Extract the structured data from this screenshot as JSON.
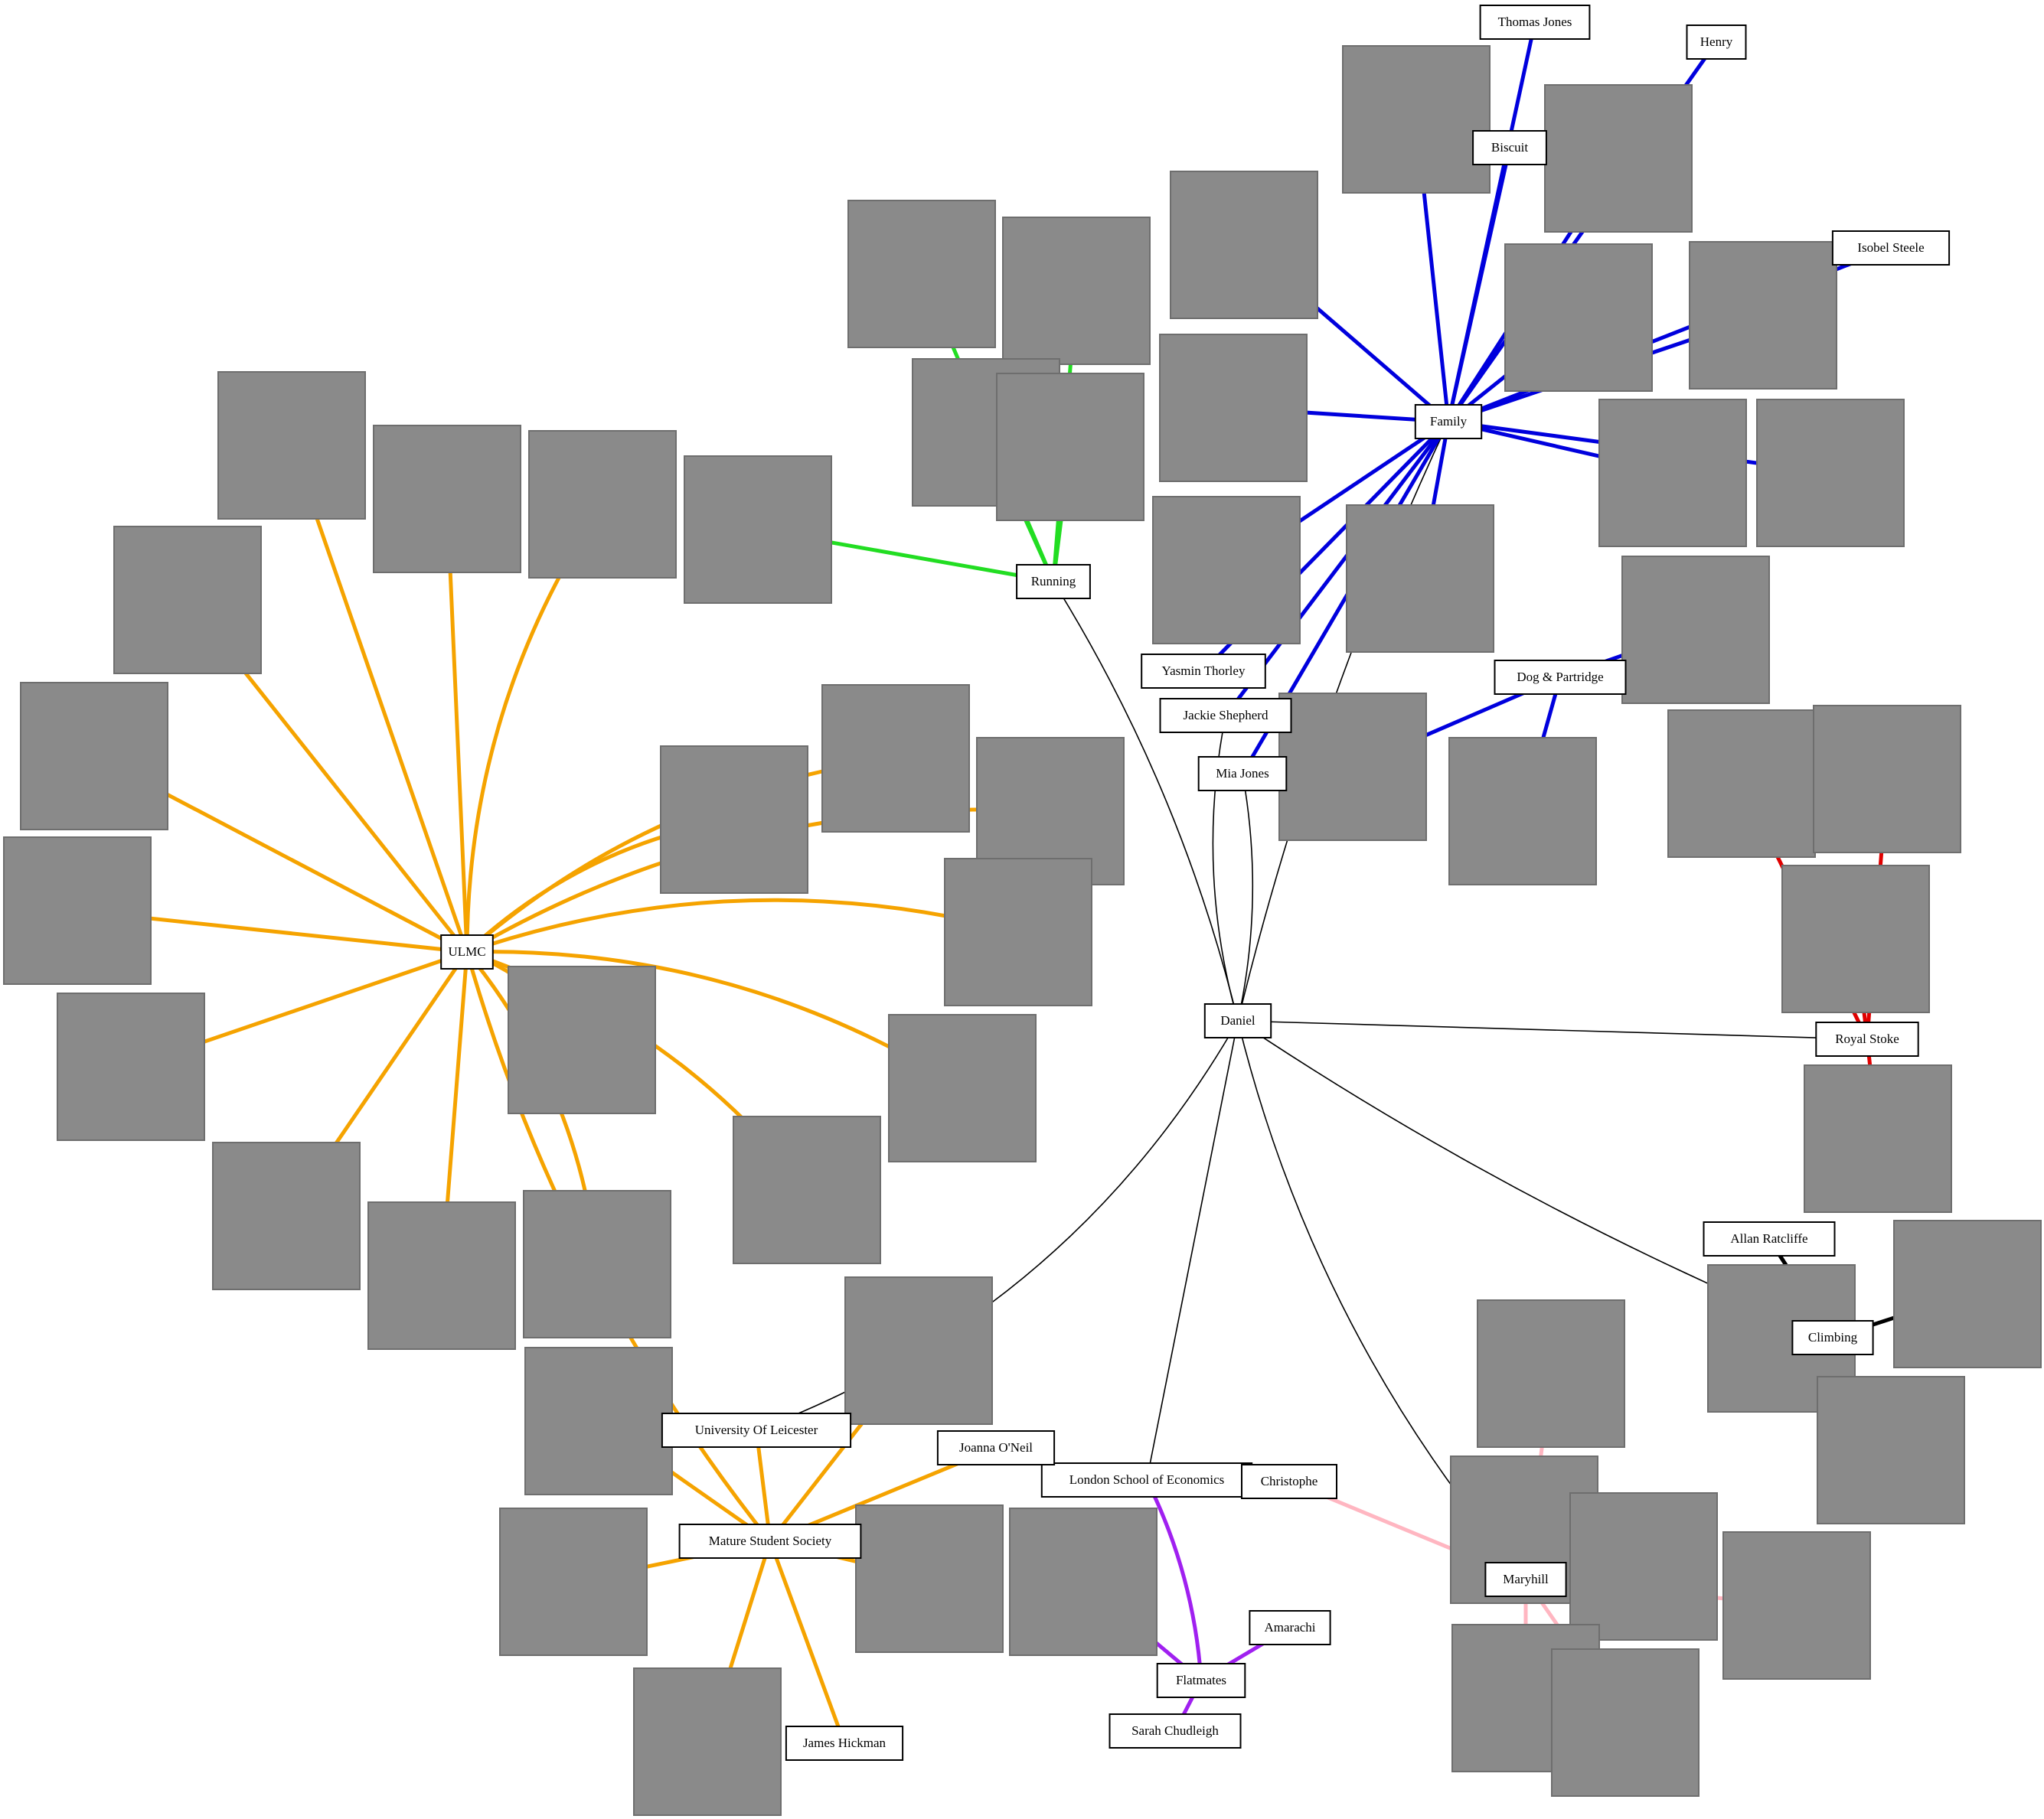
{
  "groups": {
    "ulmc": {
      "label": "ULMC",
      "color": "#f5a300"
    },
    "running": {
      "label": "Running",
      "color": "#22dd22"
    },
    "family": {
      "label": "Family",
      "color": "#0000dd"
    },
    "mss": {
      "label": "Mature Student Society",
      "color": "#f5a300"
    },
    "flat": {
      "label": "Flatmates",
      "color": "#a020f0"
    },
    "mary": {
      "label": "Maryhill",
      "color": "#ffb6c1"
    },
    "climb": {
      "label": "Climbing",
      "color": "#000000"
    },
    "royal": {
      "label": "Royal Stoke",
      "color": "#e00000"
    },
    "dog": {
      "label": "Dog & Partridge",
      "color": "#0000dd"
    },
    "uol": {
      "label": "University Of Leicester",
      "color": "#000000"
    },
    "lse": {
      "label": "London School of Economics",
      "color": "#000000"
    }
  },
  "center": {
    "label": "Daniel"
  },
  "people": [
    "Thomas Jones",
    "Henry",
    "Biscuit",
    "Isobel Steele",
    "Yasmin Thorley",
    "Jackie Shepherd",
    "Mia Jones",
    "Allan Ratcliffe",
    "Joanna O'Neil",
    "James Hickman",
    "Christophe",
    "Amarachi",
    "Sarah Chudleigh"
  ]
}
